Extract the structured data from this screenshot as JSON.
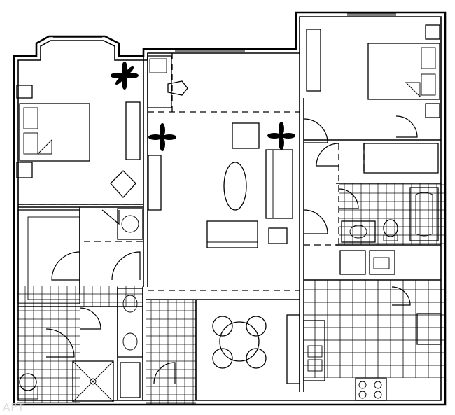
{
  "plan": {
    "watermark": "APT"
  },
  "rooms": [
    {
      "id": "bedroom-1"
    },
    {
      "id": "bedroom-2"
    },
    {
      "id": "living-room"
    },
    {
      "id": "study"
    },
    {
      "id": "dining"
    },
    {
      "id": "kitchen"
    },
    {
      "id": "bath-1"
    },
    {
      "id": "bath-2"
    },
    {
      "id": "laundry"
    }
  ]
}
